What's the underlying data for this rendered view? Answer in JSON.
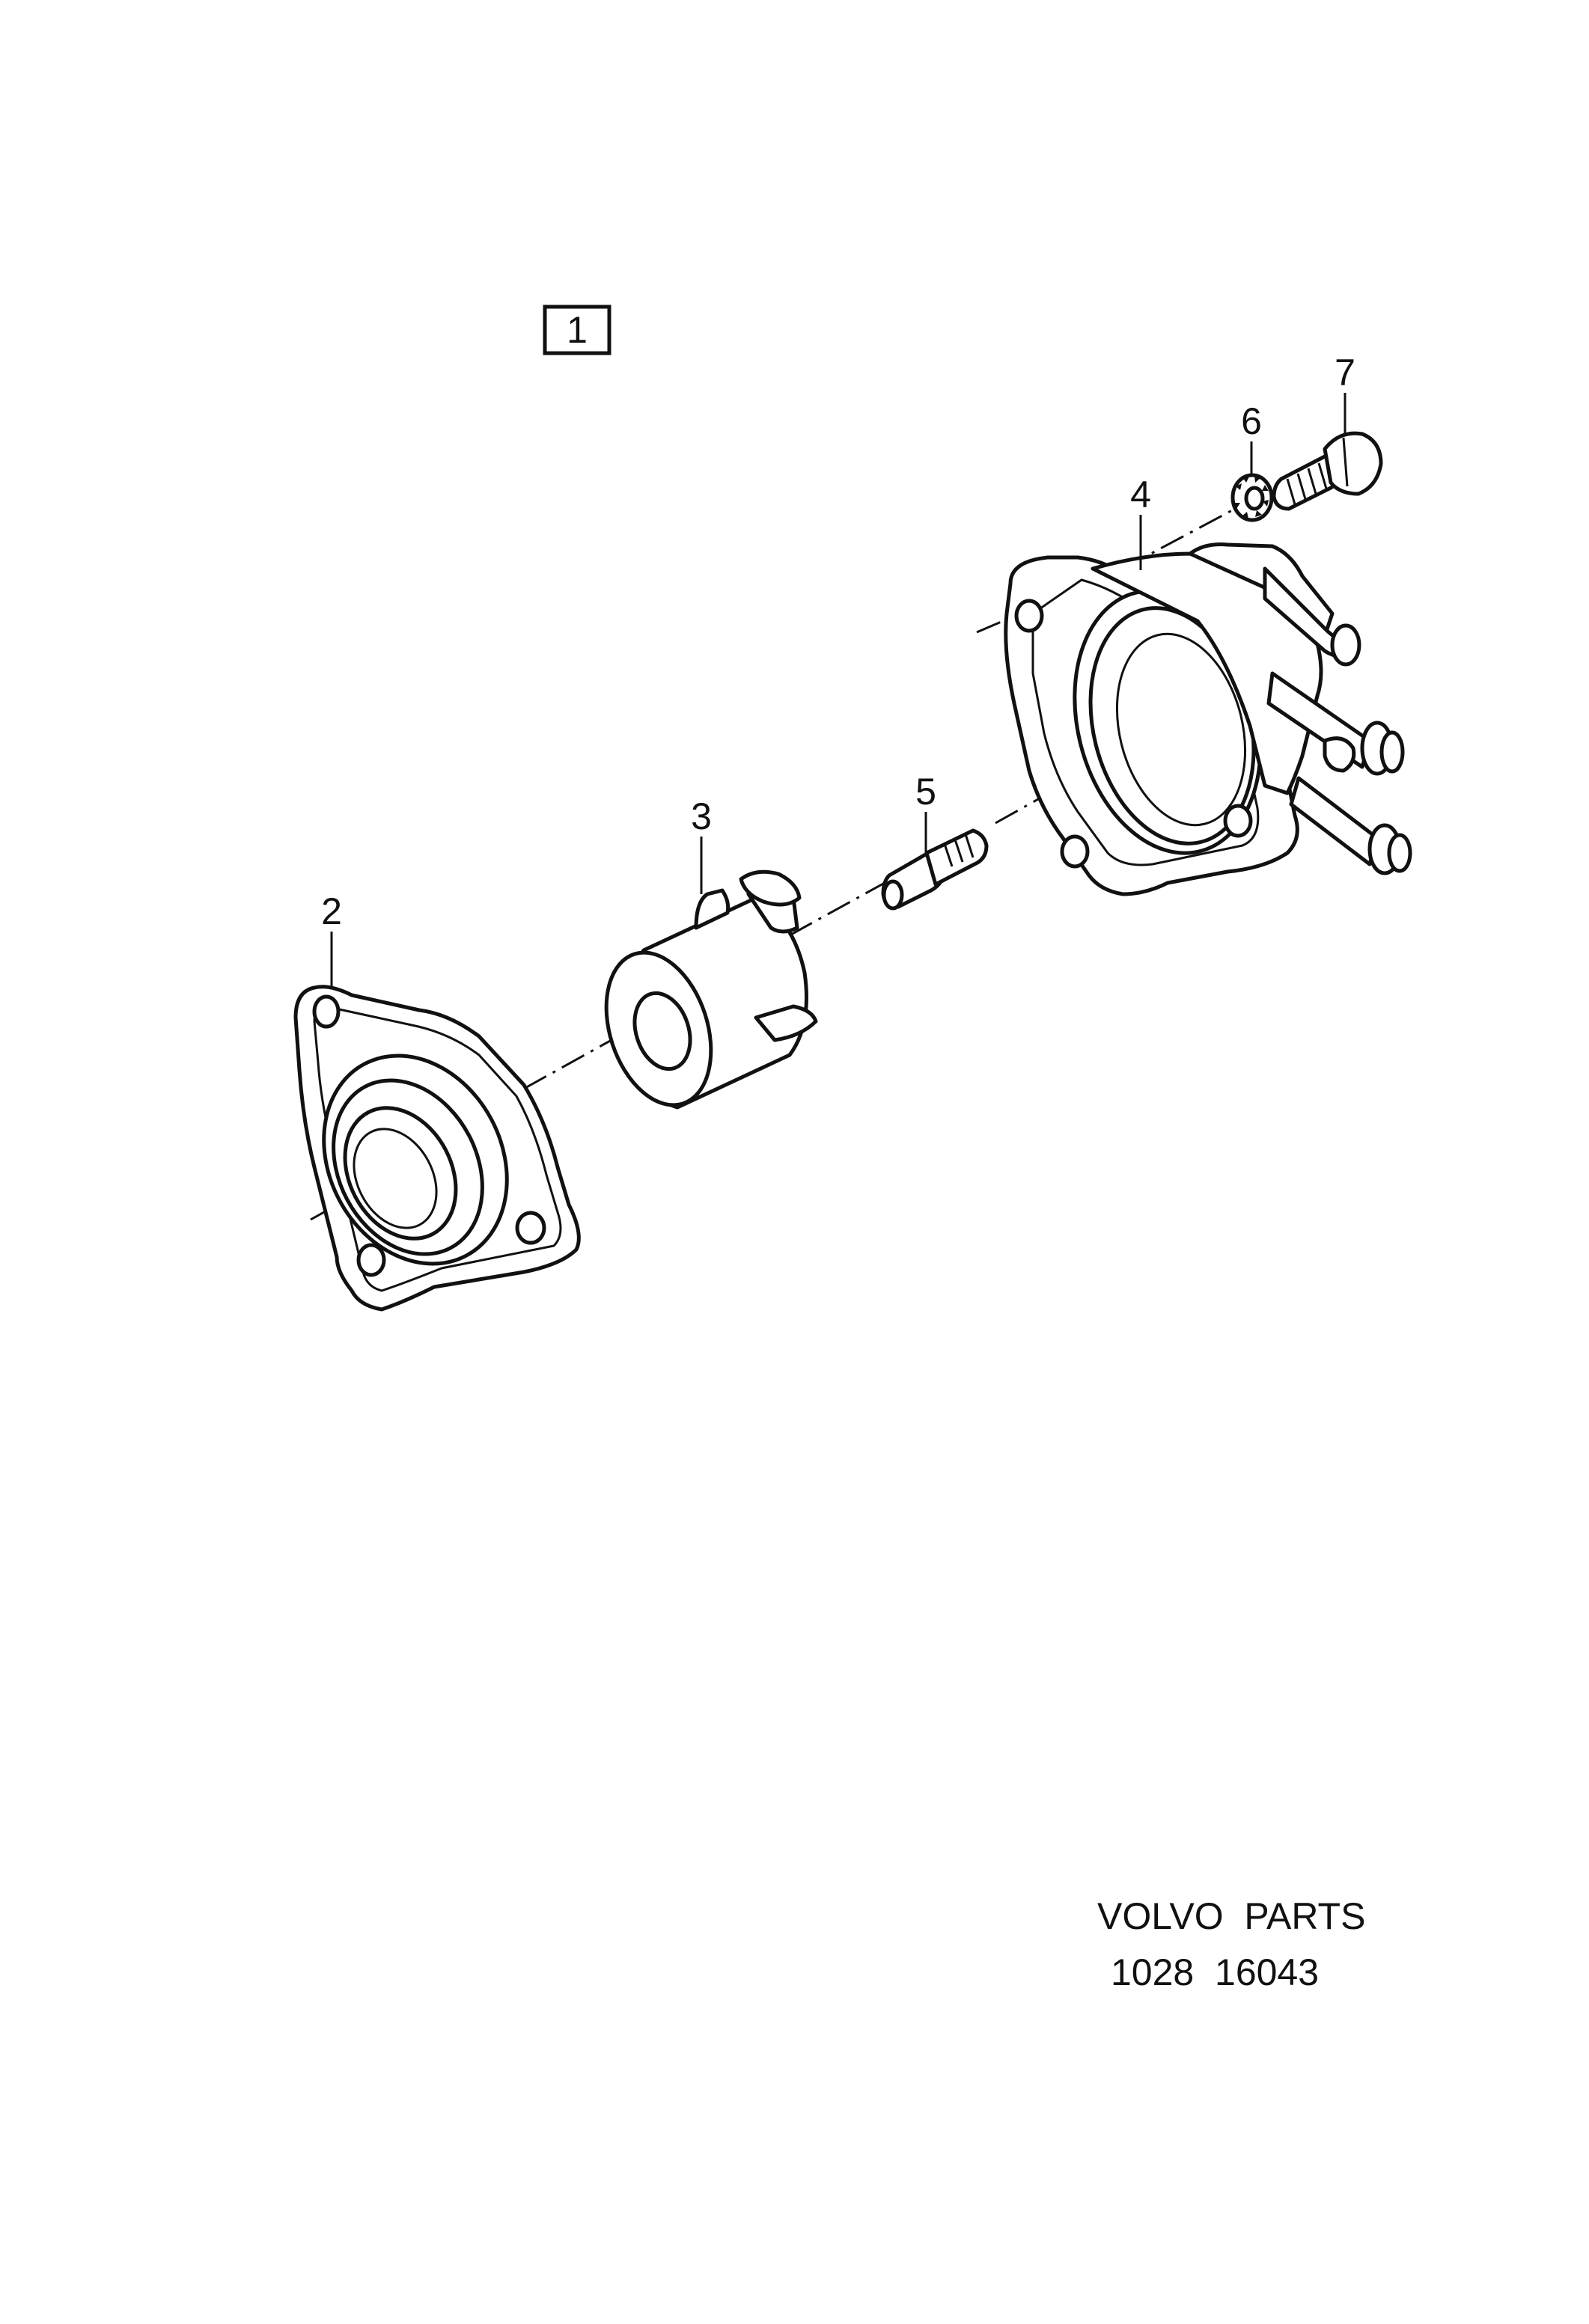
{
  "diagram": {
    "group_label": "1",
    "callouts": [
      {
        "id": "2",
        "text": "2"
      },
      {
        "id": "3",
        "text": "3"
      },
      {
        "id": "4",
        "text": "4"
      },
      {
        "id": "5",
        "text": "5"
      },
      {
        "id": "6",
        "text": "6"
      },
      {
        "id": "7",
        "text": "7"
      }
    ]
  },
  "footer": {
    "brand": "VOLVO  PARTS",
    "code": "1028  16043"
  }
}
